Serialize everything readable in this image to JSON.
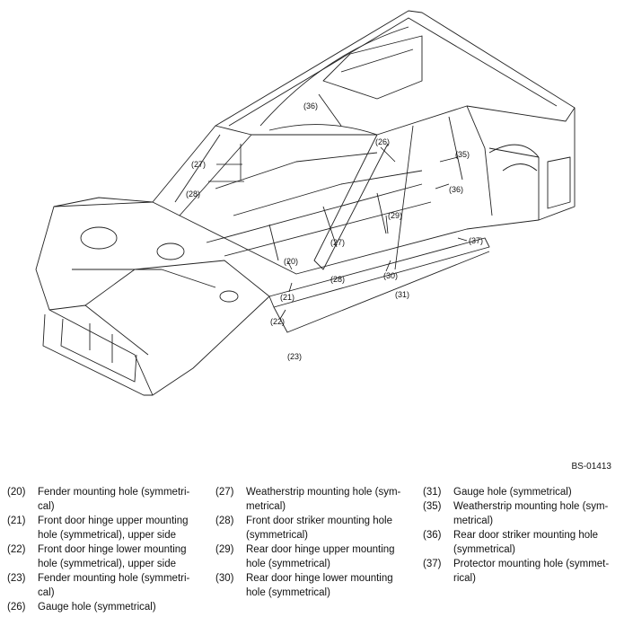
{
  "figure_code": "BS-01413",
  "callouts": [
    "(20)",
    "(21)",
    "(22)",
    "(23)",
    "(26)",
    "(27)",
    "(28)",
    "(29)",
    "(30)",
    "(31)",
    "(35)",
    "(36)",
    "(37)"
  ],
  "legend": {
    "col1": [
      {
        "num": "(20)",
        "text": "Fender mounting hole (symmetri-\ncal)"
      },
      {
        "num": "(21)",
        "text": "Front door hinge upper mounting\nhole (symmetrical), upper side"
      },
      {
        "num": "(22)",
        "text": "Front door hinge lower mounting\nhole (symmetrical), upper side"
      },
      {
        "num": "(23)",
        "text": "Fender mounting hole (symmetri-\ncal)"
      },
      {
        "num": "(26)",
        "text": "Gauge hole (symmetrical)"
      }
    ],
    "col2": [
      {
        "num": "(27)",
        "text": "Weatherstrip mounting hole (sym-\nmetrical)"
      },
      {
        "num": "(28)",
        "text": "Front door striker mounting hole\n(symmetrical)"
      },
      {
        "num": "(29)",
        "text": "Rear door hinge upper mounting\nhole (symmetrical)"
      },
      {
        "num": "(30)",
        "text": "Rear door hinge lower mounting\nhole (symmetrical)"
      }
    ],
    "col3": [
      {
        "num": "(31)",
        "text": "Gauge hole (symmetrical)"
      },
      {
        "num": "(35)",
        "text": "Weatherstrip mounting hole (sym-\nmetrical)"
      },
      {
        "num": "(36)",
        "text": "Rear door striker mounting hole\n(symmetrical)"
      },
      {
        "num": "(37)",
        "text": "Protector mounting hole (symmet-\nrical)"
      }
    ]
  }
}
